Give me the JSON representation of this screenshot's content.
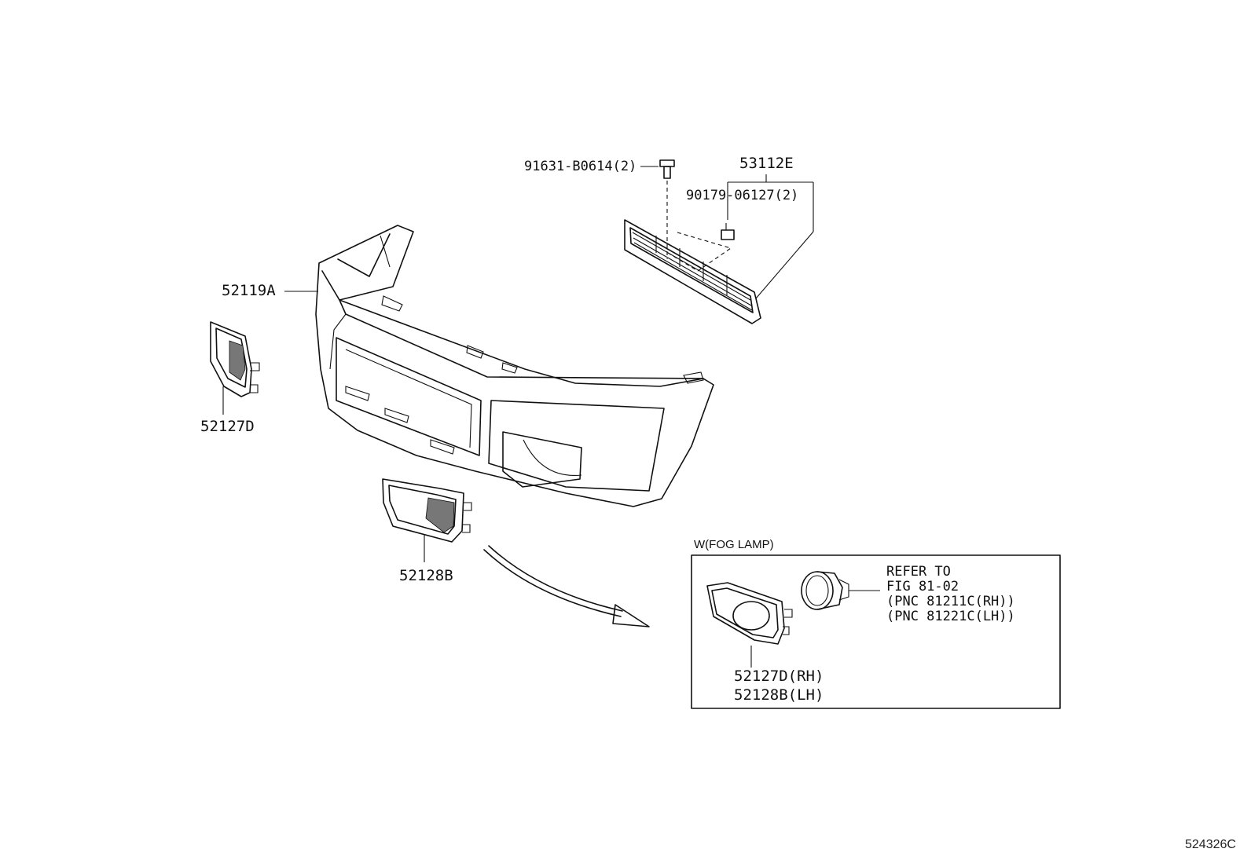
{
  "labels": {
    "bolt": "91631-B0614(2)",
    "grille": "53112E",
    "clip": "90179-06127(2)",
    "bumper_cover": "52119A",
    "cover_rh": "52127D",
    "cover_lh": "52128B",
    "fog_variant_rh": "52127D(RH)",
    "fog_variant_lh": "52128B(LH)"
  },
  "fog_box": {
    "title": "W(FOG LAMP)",
    "refer_lines": [
      "REFER TO",
      "FIG 81-02",
      "(PNC 81211C(RH))",
      "(PNC 81221C(LH))"
    ]
  },
  "figure_ref": "524326C"
}
